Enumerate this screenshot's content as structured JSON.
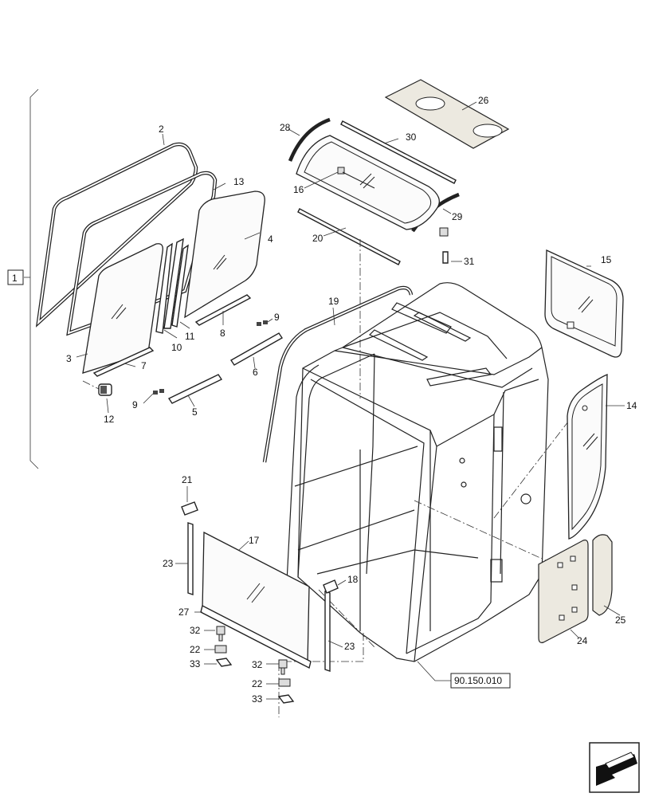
{
  "callouts": [
    {
      "id": "c1",
      "text": "1"
    },
    {
      "id": "c2",
      "text": "2"
    },
    {
      "id": "c3",
      "text": "3"
    },
    {
      "id": "c4",
      "text": "4"
    },
    {
      "id": "c5",
      "text": "5"
    },
    {
      "id": "c6",
      "text": "6"
    },
    {
      "id": "c7",
      "text": "7"
    },
    {
      "id": "c8",
      "text": "8"
    },
    {
      "id": "c9a",
      "text": "9"
    },
    {
      "id": "c9b",
      "text": "9"
    },
    {
      "id": "c10",
      "text": "10"
    },
    {
      "id": "c11",
      "text": "11"
    },
    {
      "id": "c12",
      "text": "12"
    },
    {
      "id": "c13",
      "text": "13"
    },
    {
      "id": "c14",
      "text": "14"
    },
    {
      "id": "c15",
      "text": "15"
    },
    {
      "id": "c16",
      "text": "16"
    },
    {
      "id": "c17",
      "text": "17"
    },
    {
      "id": "c18",
      "text": "18"
    },
    {
      "id": "c19",
      "text": "19"
    },
    {
      "id": "c20",
      "text": "20"
    },
    {
      "id": "c21",
      "text": "21"
    },
    {
      "id": "c22a",
      "text": "22"
    },
    {
      "id": "c22b",
      "text": "22"
    },
    {
      "id": "c23a",
      "text": "23"
    },
    {
      "id": "c23b",
      "text": "23"
    },
    {
      "id": "c24",
      "text": "24"
    },
    {
      "id": "c25",
      "text": "25"
    },
    {
      "id": "c26",
      "text": "26"
    },
    {
      "id": "c27",
      "text": "27"
    },
    {
      "id": "c28",
      "text": "28"
    },
    {
      "id": "c29",
      "text": "29"
    },
    {
      "id": "c30",
      "text": "30"
    },
    {
      "id": "c31",
      "text": "31"
    },
    {
      "id": "c32a",
      "text": "32"
    },
    {
      "id": "c32b",
      "text": "32"
    },
    {
      "id": "c33a",
      "text": "33"
    },
    {
      "id": "c33b",
      "text": "33"
    }
  ],
  "reference_box": {
    "text": "90.150.010"
  },
  "nav_icon": "back-arrow-icon"
}
